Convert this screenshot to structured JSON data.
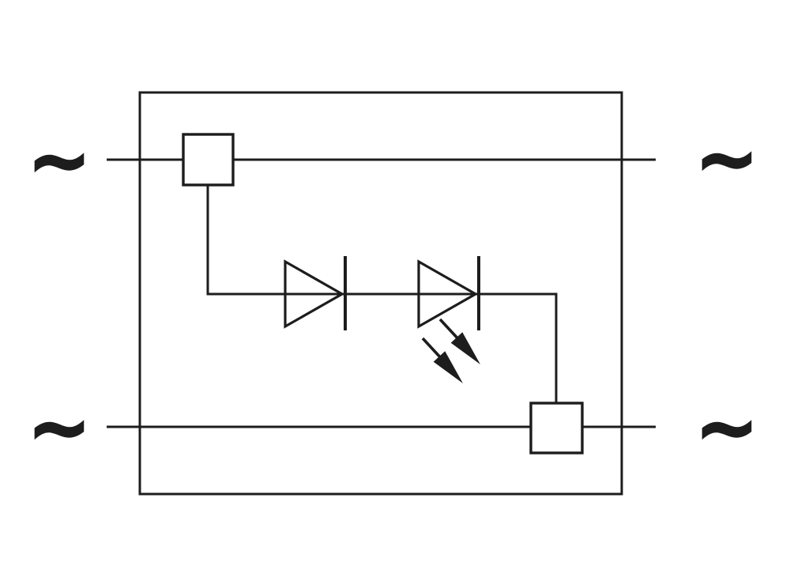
{
  "diagram": {
    "kind": "circuit-schematic",
    "colors": {
      "line": "#1d1d1d",
      "background": "#ffffff",
      "led_arrow_fill": "#1d1d1d"
    },
    "ac_labels": {
      "top_left": "~",
      "top_right": "~",
      "bottom_left": "~",
      "bottom_right": "~"
    },
    "components": {
      "module_outline": "module-outline-box",
      "terminal_top_left": "clamp-terminal-square",
      "terminal_bottom_right": "clamp-terminal-square",
      "diode_1": "rectifier-diode",
      "diode_2": "led-diode",
      "led_emission_arrows": "2"
    }
  }
}
